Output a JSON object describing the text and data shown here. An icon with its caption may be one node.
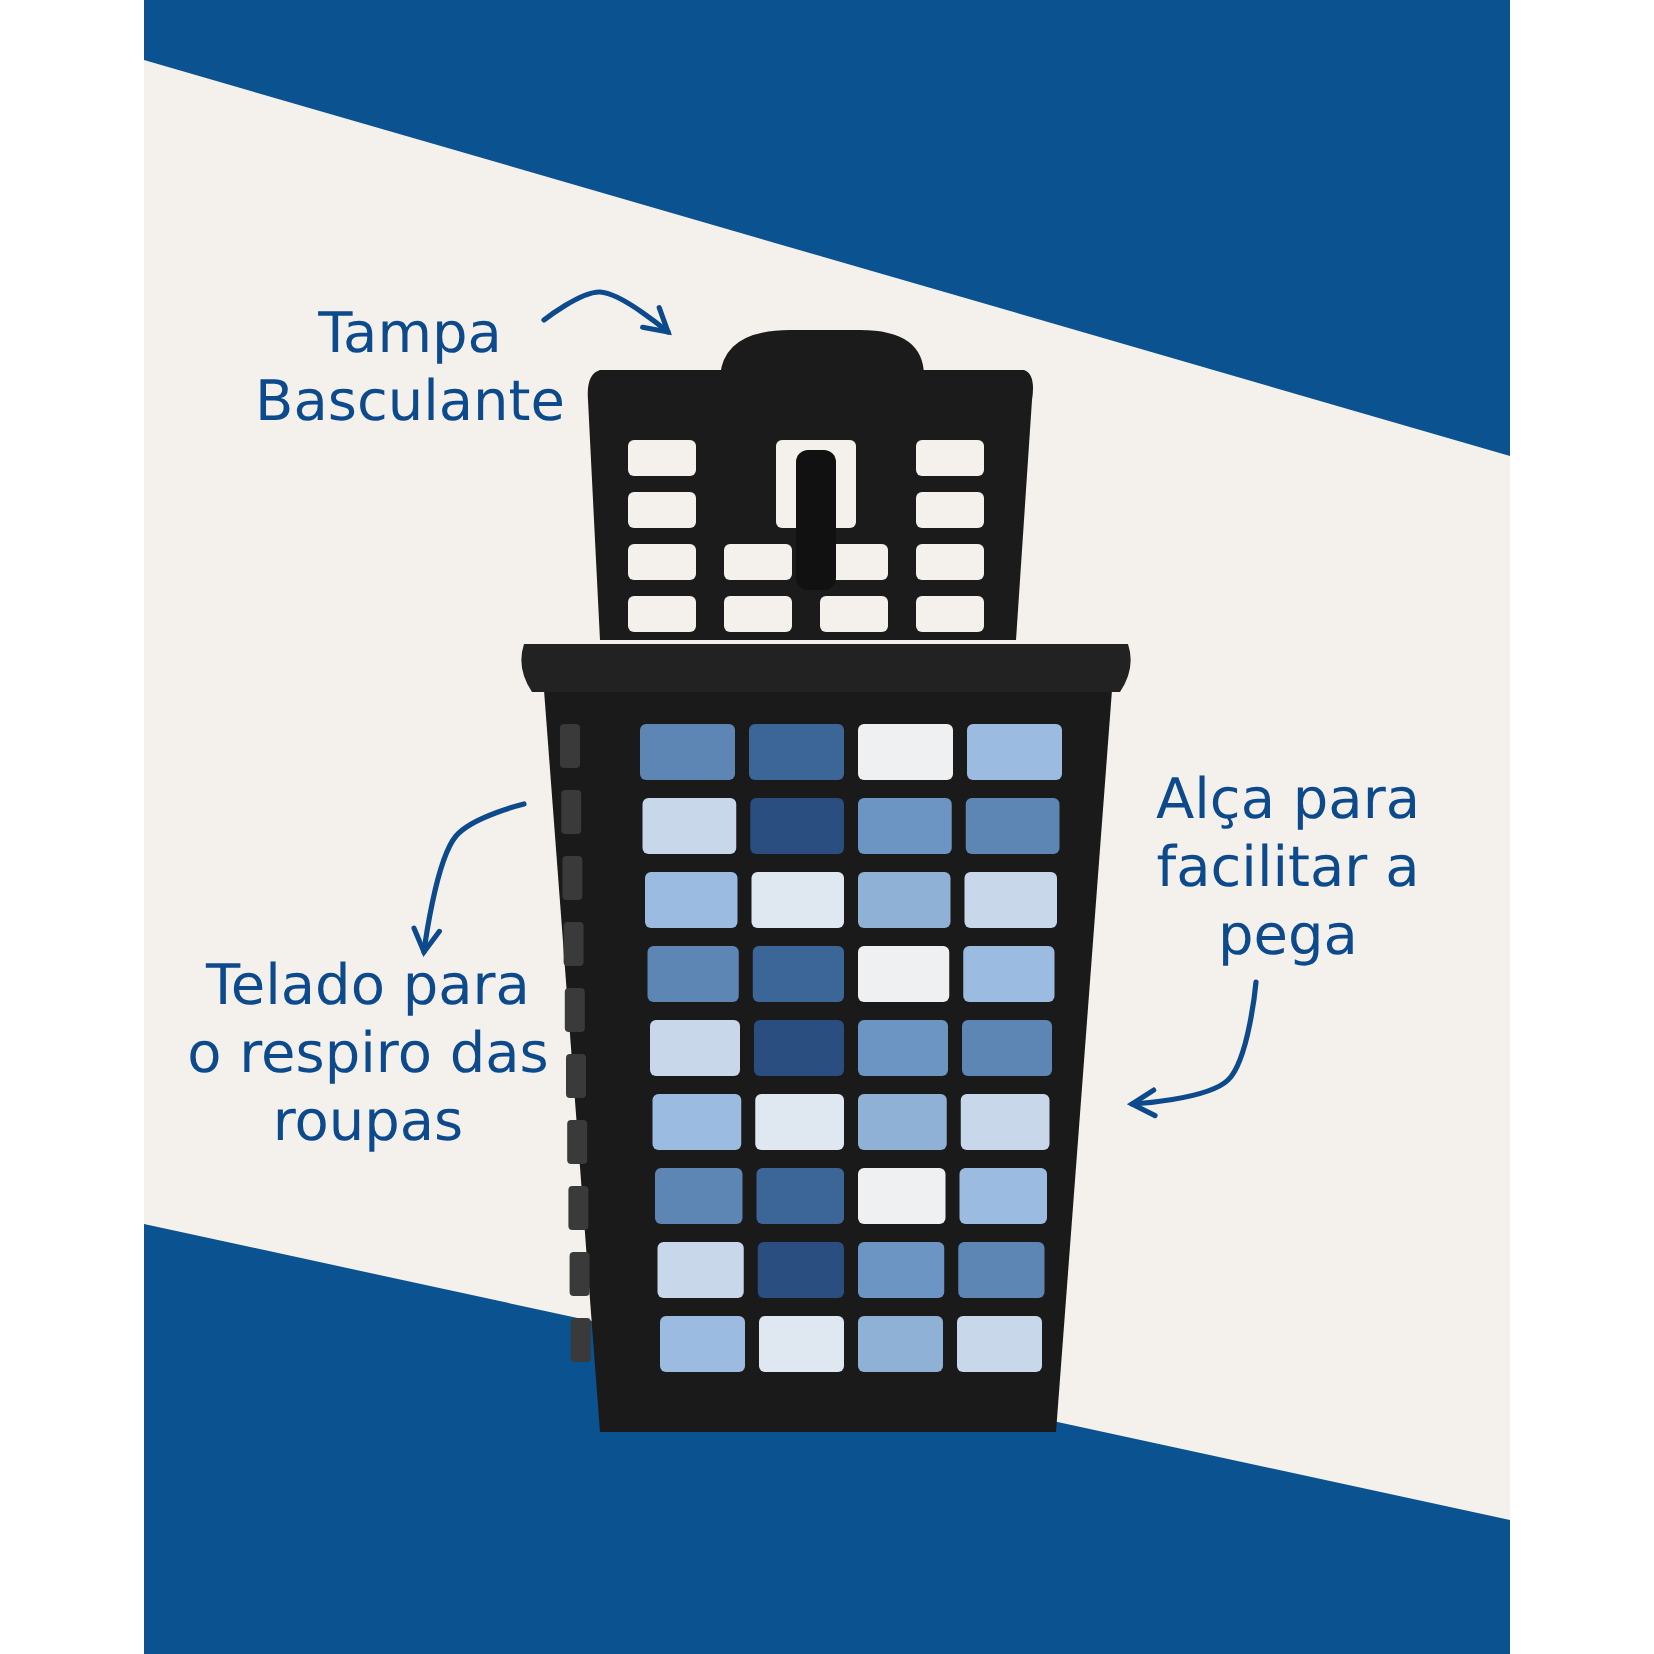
{
  "diagram": {
    "nodes": [
      {
        "text": [
          "Tampa Basculante"
        ]
      },
      {
        "text": [],
        "shape": "picture"
      },
      {
        "text": [],
        "shape": "picture"
      },
      {
        "text": [
          "Telado para o respiro das roupas"
        ]
      },
      {
        "text": [
          "Alça para facilitar a pega"
        ]
      }
    ],
    "edges": [
      {
        "from": 0,
        "to": 1,
        "arrow": "to"
      },
      {
        "from": 2,
        "to": 3,
        "arrow": "to"
      },
      {
        "from": 4,
        "to": 2,
        "arrow": "to"
      }
    ]
  }
}
